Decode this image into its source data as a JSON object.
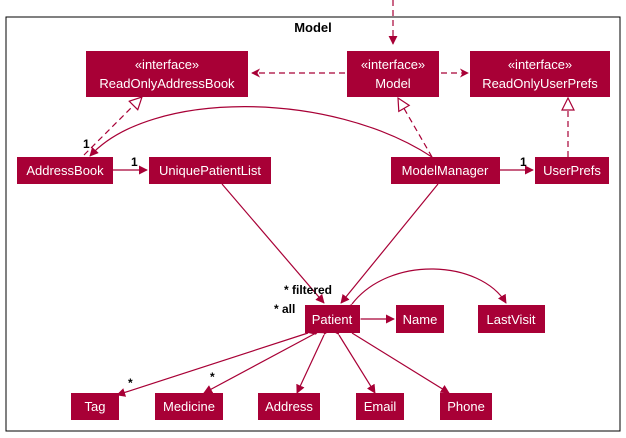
{
  "package": {
    "title": "Model"
  },
  "colors": {
    "class_fill": "#A80036",
    "line": "#A80036",
    "frame": "#000000",
    "text_on_class": "#FFFFFF"
  },
  "classes": {
    "roab": {
      "stereotype": "«interface»",
      "name": "ReadOnlyAddressBook"
    },
    "model": {
      "stereotype": "«interface»",
      "name": "Model"
    },
    "roup": {
      "stereotype": "«interface»",
      "name": "ReadOnlyUserPrefs"
    },
    "ab": {
      "name": "AddressBook"
    },
    "upl": {
      "name": "UniquePatientList"
    },
    "mm": {
      "name": "ModelManager"
    },
    "up": {
      "name": "UserPrefs"
    },
    "patient": {
      "name": "Patient"
    },
    "name": {
      "name": "Name"
    },
    "lastvisit": {
      "name": "LastVisit"
    },
    "tag": {
      "name": "Tag"
    },
    "medicine": {
      "name": "Medicine"
    },
    "address": {
      "name": "Address"
    },
    "email": {
      "name": "Email"
    },
    "phone": {
      "name": "Phone"
    }
  },
  "multiplicities": {
    "mm_ab": "1",
    "ab_upl": "1",
    "mm_up": "1",
    "filtered": "* filtered",
    "all": "* all",
    "tag": "*",
    "medicine": "*"
  }
}
